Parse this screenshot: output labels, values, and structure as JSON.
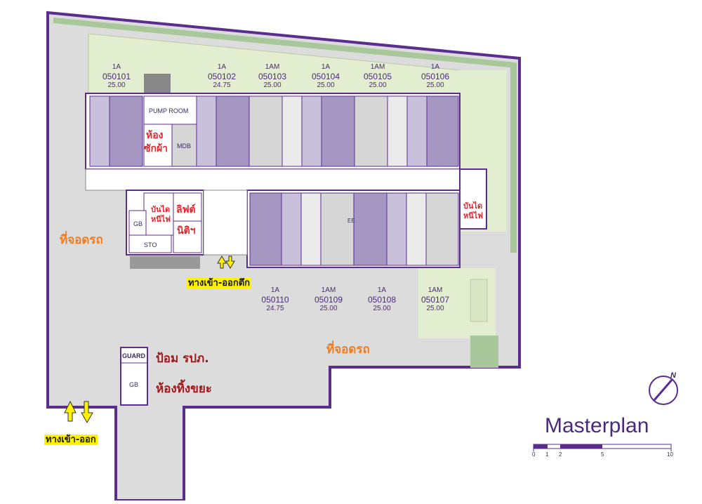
{
  "title": "Masterplan",
  "units_top": [
    {
      "type": "1A",
      "number": "050101",
      "area": "25.00"
    },
    {
      "type": "1A",
      "number": "050102",
      "area": "24.75"
    },
    {
      "type": "1AM",
      "number": "050103",
      "area": "25.00"
    },
    {
      "type": "1A",
      "number": "050104",
      "area": "25.00"
    },
    {
      "type": "1AM",
      "number": "050105",
      "area": "25.00"
    },
    {
      "type": "1A",
      "number": "050106",
      "area": "25.00"
    }
  ],
  "units_bottom": [
    {
      "type": "1A",
      "number": "050110",
      "area": "24.75"
    },
    {
      "type": "1AM",
      "number": "050109",
      "area": "25.00"
    },
    {
      "type": "1A",
      "number": "050108",
      "area": "25.00"
    },
    {
      "type": "1AM",
      "number": "050107",
      "area": "25.00"
    }
  ],
  "rooms": {
    "pump_room": "PUMP ROOM",
    "laundry_line1": "ห้อง",
    "laundry_line2": "ซักผ้า",
    "mdb": "MDB",
    "stair_left_line1": "บันได",
    "stair_left_line2": "หนีไฟ",
    "lift": "ลิฟต์",
    "juristic": "นิติฯ",
    "gb_left": "GB",
    "sto": "STO",
    "ee": "EE",
    "stair_right_line1": "บันได",
    "stair_right_line2": "หนีไฟ",
    "guard": "GUARD",
    "gb_guard": "GB"
  },
  "labels": {
    "parking_left": "ที่จอดรถ",
    "parking_center": "ที่จอดรถ",
    "building_entrance": "ทางเข้า-ออกตึก",
    "security_post": "ป้อม รปภ.",
    "garbage_room": "ห้องทิ้งขยะ",
    "site_entrance": "ทางเข้า-ออก"
  },
  "north_label": "N",
  "scale_bar": {
    "ticks": [
      "0",
      "1",
      "2",
      "5",
      "10"
    ]
  },
  "colors": {
    "boundary": "#5b2d8e",
    "unit_fill": "#a697c2",
    "unit_gray": "#d6d6d6",
    "site_gray": "#d9d9d9",
    "green": "#e0ecc9",
    "dark_green": "#a8c79a",
    "label_red": "#e6262e",
    "label_orange": "#ef7d22",
    "highlight": "#fff200"
  }
}
